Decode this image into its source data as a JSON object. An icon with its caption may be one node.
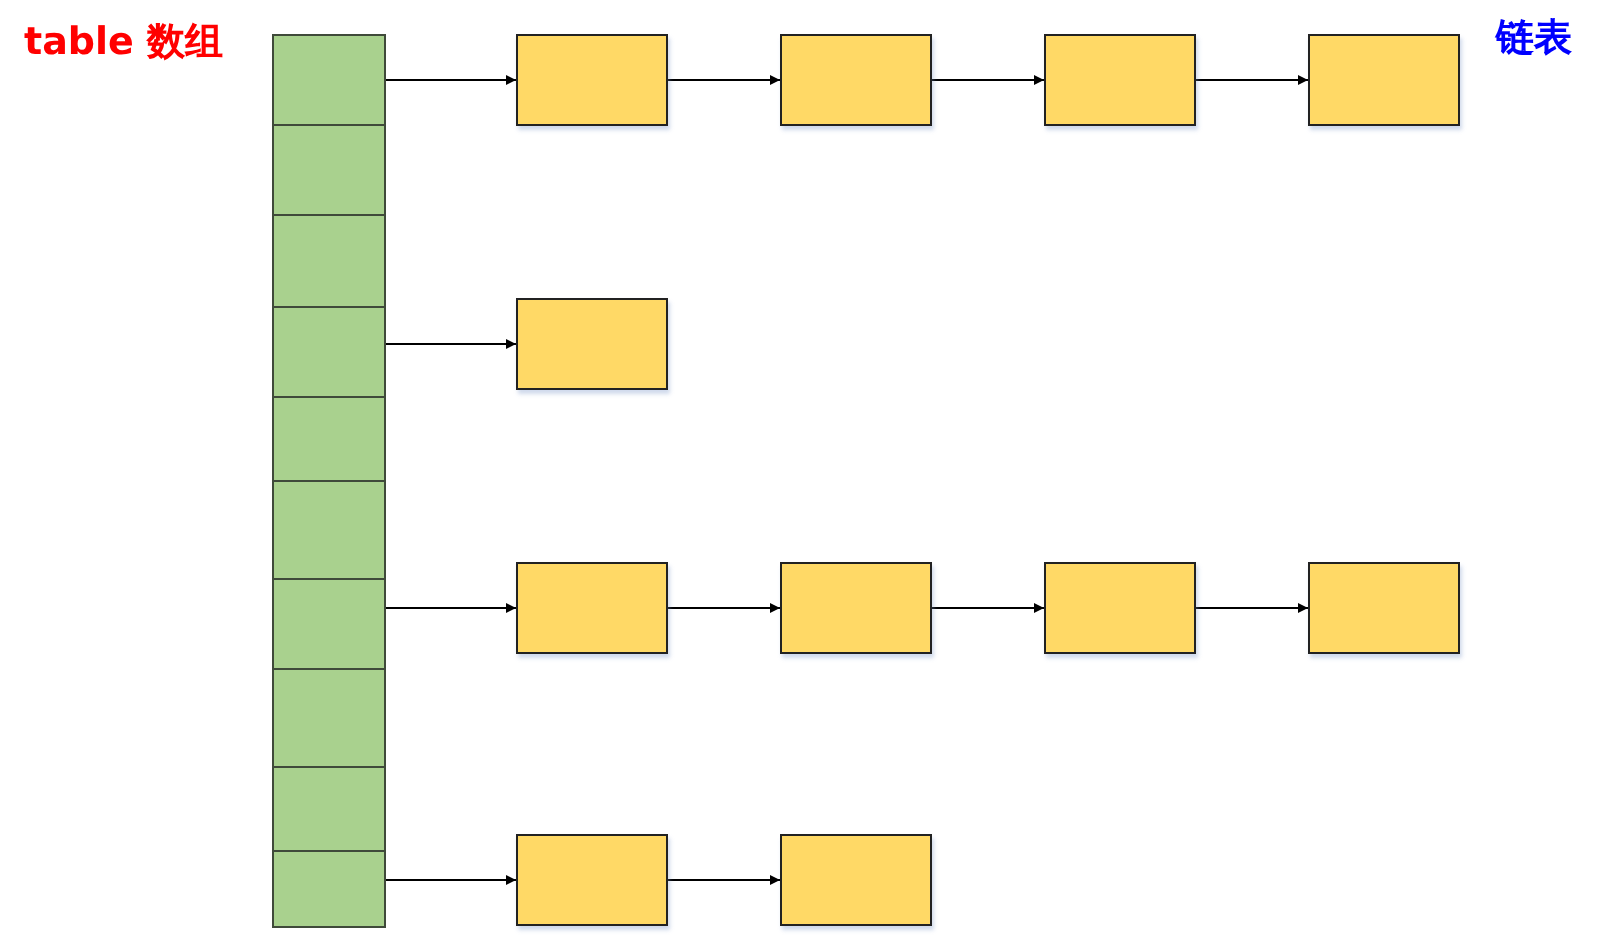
{
  "diagram": {
    "nodes": [
      {
        "text": [],
        "shape": "box"
      },
      {
        "text": [],
        "shape": "box"
      },
      {
        "text": [],
        "shape": "box"
      },
      {
        "text": [],
        "shape": "box"
      },
      {
        "text": [],
        "shape": "box"
      },
      {
        "text": [],
        "shape": "box"
      },
      {
        "text": [],
        "shape": "box"
      },
      {
        "text": [],
        "shape": "box"
      },
      {
        "text": [],
        "shape": "box"
      },
      {
        "text": [],
        "shape": "box"
      },
      {
        "text": [],
        "shape": "box"
      },
      {
        "text": [],
        "shape": "box"
      },
      {
        "text": [],
        "shape": "box"
      },
      {
        "text": [],
        "shape": "box"
      },
      {
        "text": [],
        "shape": "box"
      },
      {
        "text": [],
        "shape": "box"
      },
      {
        "text": [],
        "shape": "box"
      },
      {
        "text": [],
        "shape": "box"
      },
      {
        "text": [],
        "shape": "box"
      },
      {
        "text": [],
        "shape": "box"
      },
      {
        "text": [],
        "shape": "box"
      }
    ],
    "edges": [
      {
        "from": 0,
        "to": 10,
        "arrow": "to"
      },
      {
        "from": 10,
        "to": 11,
        "arrow": "to"
      },
      {
        "from": 11,
        "to": 12,
        "arrow": "to"
      },
      {
        "from": 12,
        "to": 13,
        "arrow": "to"
      },
      {
        "from": 3,
        "to": 14,
        "arrow": "to"
      },
      {
        "from": 6,
        "to": 15,
        "arrow": "to"
      },
      {
        "from": 15,
        "to": 16,
        "arrow": "to"
      },
      {
        "from": 16,
        "to": 17,
        "arrow": "to"
      },
      {
        "from": 17,
        "to": 18,
        "arrow": "to"
      },
      {
        "from": 9,
        "to": 19,
        "arrow": "to"
      },
      {
        "from": 19,
        "to": 20,
        "arrow": "to"
      }
    ],
    "labels": [
      "table 数组",
      "链表"
    ]
  }
}
